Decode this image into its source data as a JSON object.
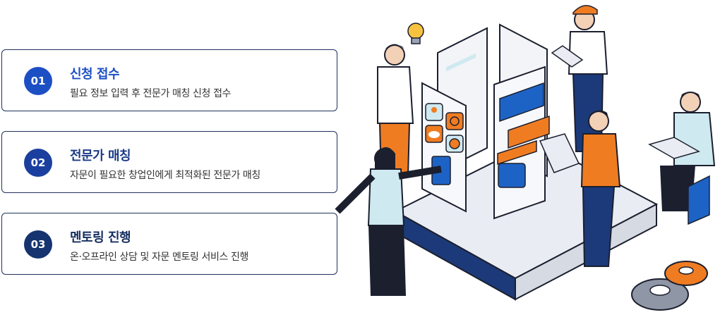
{
  "steps": [
    {
      "number": "01",
      "title": "신청 접수",
      "description": "필요 정보 입력 후 전문가 매칭 신청 접수",
      "badge_color": "#1d4fc4",
      "title_color": "#1d4fc4"
    },
    {
      "number": "02",
      "title": "전문가 매칭",
      "description": "자문이 필요한 창업인에게 최적화된 전문가 매칭",
      "badge_color": "#1a3f9e",
      "title_color": "#1a3a86"
    },
    {
      "number": "03",
      "title": "멘토링 진행",
      "description": "온·오프라인 상담 및 자문 멘토링 서비스 진행",
      "badge_color": "#15336f",
      "title_color": "#162e5e"
    }
  ],
  "colors": {
    "accent_orange": "#f07c22",
    "navy": "#1c3a7a",
    "light_blue": "#cfe9f0"
  },
  "illustration": {
    "icon": "team-consulting-illustration"
  }
}
